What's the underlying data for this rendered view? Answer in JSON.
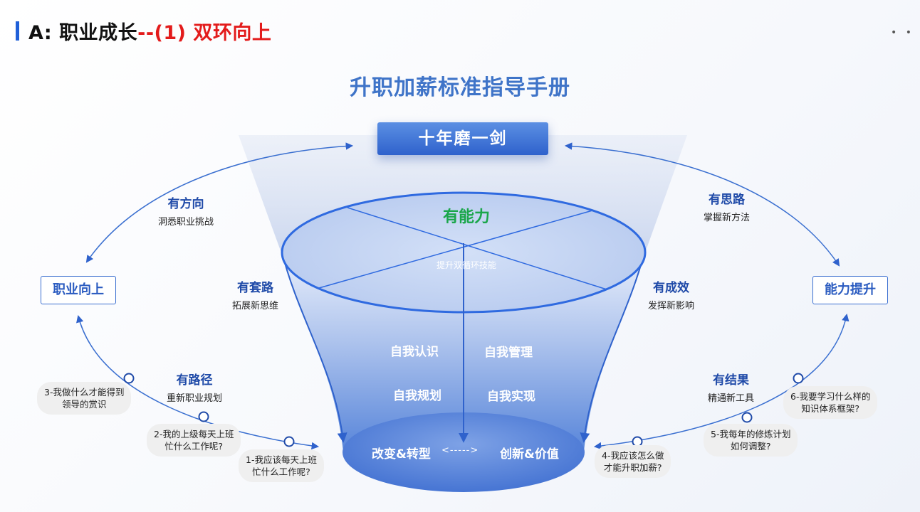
{
  "header": {
    "prefix": "A: 职业成长",
    "suffix": "--(1) 双环向上",
    "more": "• •"
  },
  "main_title": "升职加薪标准指导手册",
  "top_box": "十年磨一剑",
  "left_box": "职业向上",
  "right_box": "能力提升",
  "labels": {
    "direction": {
      "title": "有方向",
      "sub": "洞悉职业挑战"
    },
    "method": {
      "title": "有套路",
      "sub": "拓展新思维"
    },
    "path": {
      "title": "有路径",
      "sub": "重新职业规划"
    },
    "thinking": {
      "title": "有思路",
      "sub": "掌握新方法"
    },
    "result": {
      "title": "有成效",
      "sub": "发挥新影响"
    },
    "outcome": {
      "title": "有结果",
      "sub": "精通新工具"
    }
  },
  "funnel": {
    "head": "有能力",
    "sub": "提升双循环技能",
    "skills": [
      "自我认识",
      "自我管理",
      "自我规划",
      "自我实现"
    ],
    "bottom_left": "改变&转型",
    "bottom_arrow": "<----->",
    "bottom_right": "创新&价值"
  },
  "bubbles": {
    "b3": [
      "3-我做什么才能得到",
      "领导的赏识"
    ],
    "b2": [
      "2-我的上级每天上班",
      "忙什么工作呢?"
    ],
    "b1": [
      "1-我应该每天上班",
      "忙什么工作呢?"
    ],
    "b6": [
      "6-我要学习什么样的",
      "知识体系框架?"
    ],
    "b5": [
      "5-我每年的修炼计划",
      "如何调整?"
    ],
    "b4": [
      "4-我应该怎么做",
      "才能升职加薪?"
    ]
  },
  "colors": {
    "accent": "#1f5fd8",
    "title_blue": "#3f74c8",
    "red": "#e31b1b",
    "green": "#1aa64a",
    "label_blue": "#1f4aa8"
  }
}
